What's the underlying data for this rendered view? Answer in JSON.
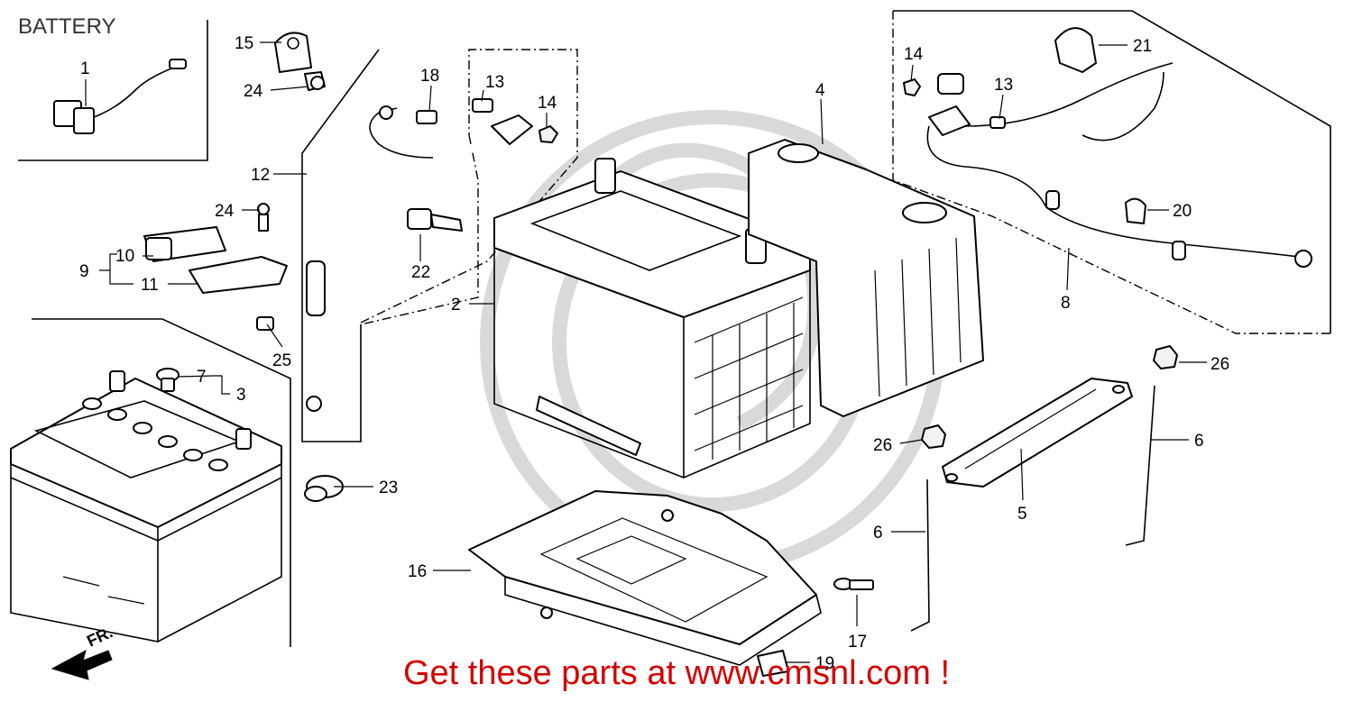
{
  "title": "BATTERY",
  "banner": "Get these parts at www.cmsnl.com !",
  "fr_label": "FR.",
  "callouts": [
    "1",
    "2",
    "3",
    "4",
    "5",
    "6",
    "6",
    "7",
    "8",
    "9",
    "10",
    "11",
    "12",
    "13",
    "13",
    "14",
    "14",
    "15",
    "16",
    "17",
    "18",
    "19",
    "20",
    "21",
    "22",
    "23",
    "24",
    "24",
    "25",
    "26",
    "26"
  ],
  "colors": {
    "banner": "#d40000",
    "line": "#000000",
    "watermark": "#d9d9d9"
  }
}
